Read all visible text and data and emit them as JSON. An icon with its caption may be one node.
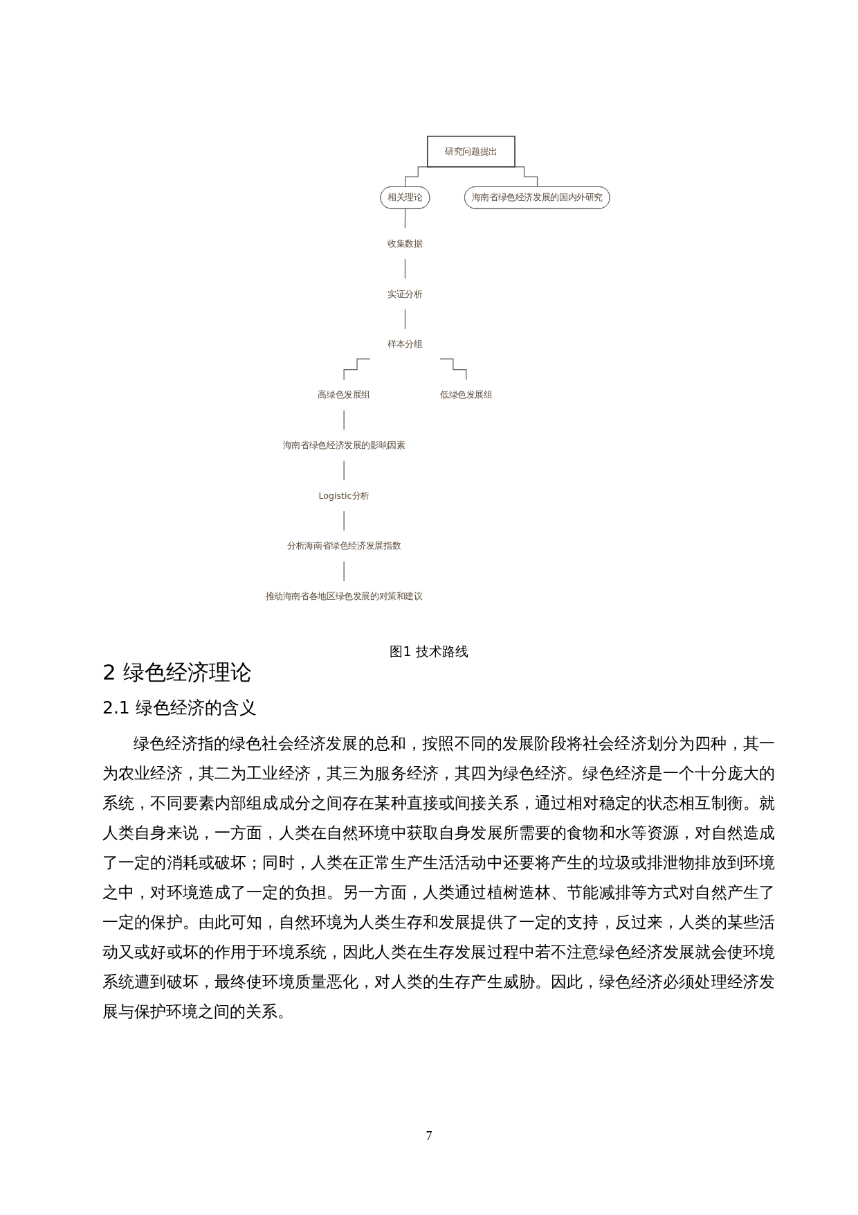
{
  "diagram": {
    "caption": "图1 技术路线",
    "nodes": [
      {
        "text": [
          "研究问题提出"
        ]
      },
      {
        "text": [
          "相关理论"
        ]
      },
      {
        "text": [
          "海南省绿色经济发展的国内外研究"
        ]
      },
      {
        "text": [
          "收集数据"
        ]
      },
      {
        "text": [
          "实证分析"
        ]
      },
      {
        "text": [
          "样本分组"
        ]
      },
      {
        "text": [
          "高绿色发展组"
        ]
      },
      {
        "text": [
          "低绿色发展组"
        ]
      },
      {
        "text": [
          "海南省绿色经济发展的影响因素"
        ]
      },
      {
        "text": [
          "Logistic分析"
        ]
      },
      {
        "text": [
          "分析海南省绿色经济发展指数"
        ]
      },
      {
        "text": [
          "推动海南省各地区绿色发展的对策和建议"
        ]
      }
    ],
    "edges": [
      {
        "from": 0,
        "to": 1,
        "arrow": "none"
      },
      {
        "from": 0,
        "to": 2,
        "arrow": "none"
      },
      {
        "from": 1,
        "to": 3,
        "arrow": "none"
      },
      {
        "from": 3,
        "to": 4,
        "arrow": "none"
      },
      {
        "from": 4,
        "to": 5,
        "arrow": "none"
      },
      {
        "from": 5,
        "to": 6,
        "arrow": "none"
      },
      {
        "from": 5,
        "to": 7,
        "arrow": "none"
      },
      {
        "from": 6,
        "to": 8,
        "arrow": "none"
      },
      {
        "from": 8,
        "to": 9,
        "arrow": "none"
      },
      {
        "from": 9,
        "to": 10,
        "arrow": "none"
      },
      {
        "from": 10,
        "to": 11,
        "arrow": "none"
      }
    ],
    "labels": [
      "2 绿色经济理论",
      "2.1 绿色经济的含义",
      "绿色经济指的绿色社会经济发展的总和，按照不同的发展阶段将社会经济划分为四种，其一为农业经济，其二为工业经济，其三为服务经济，其四为绿色经济。绿色经济是一个十分庞大的系统，不同要素内部组成成分之间存在某种直接或间接关系，通过相对稳定的状态相互制衡。就人类自身来说，一方面，人类在自然环境中获取自身发展所需要的食物和水等资源，对自然造成了一定的消耗或破坏；同时，人类在正常生产生活活动中还要将产生的垃圾或排泄物排放到环境之中，对环境造成了一定的负担。另一方面，人类通过植树造林、节能减排等方式对自然产生了一定的保护。由此可知，自然环境为人类生存和发展提供了一定的支持，反过来，人类的某些活动又或好或坏的作用于环境系统，因此人类在生存发展过程中若不注意绿色经济发展就会使环境系统遭到破坏，最终使环境质量恶化，对人类的生存产生威胁。因此，绿色经济必须处理经济发展与保护环境之间的关系。",
      "7"
    ]
  }
}
